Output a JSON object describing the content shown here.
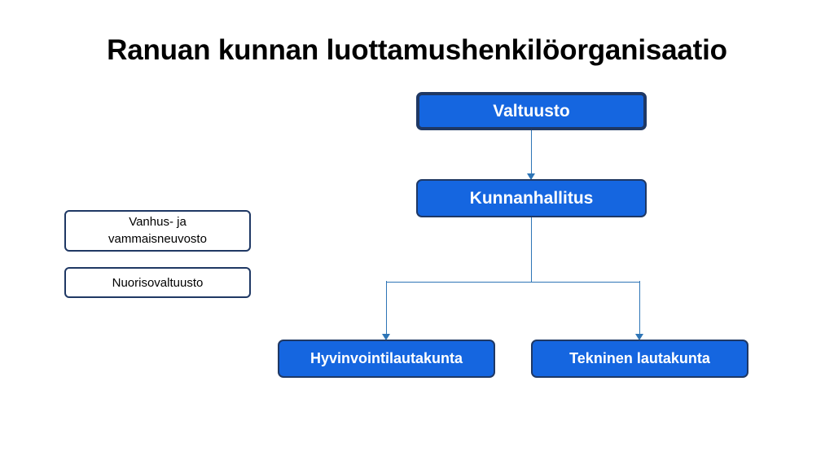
{
  "title": "Ranuan kunnan luottamushenkilöorganisaatio",
  "colors": {
    "node_fill": "#1566E0",
    "node_border": "#1F3864",
    "node_text": "#FFFFFF",
    "side_node_fill": "#FFFFFF",
    "side_node_text": "#000000",
    "connector": "#2E75B6",
    "background": "#FFFFFF",
    "title_text": "#000000"
  },
  "chart_data": {
    "type": "diagram",
    "title": "Ranuan kunnan luottamushenkilöorganisaatio",
    "nodes": [
      {
        "id": "valtuusto",
        "label": "Valtuusto",
        "style": "blue-emphasis",
        "level": 0
      },
      {
        "id": "kunnanhallitus",
        "label": "Kunnanhallitus",
        "style": "blue",
        "level": 1
      },
      {
        "id": "hyvinvointilautakunta",
        "label": "Hyvinvointilautakunta",
        "style": "blue",
        "level": 2
      },
      {
        "id": "tekninen-lautakunta",
        "label": "Tekninen lautakunta",
        "style": "blue",
        "level": 2
      },
      {
        "id": "vanhus-ja-vammaisneuvosto",
        "label": "Vanhus- ja vammaisneuvosto",
        "style": "white",
        "level": null
      },
      {
        "id": "nuorisovaltuusto",
        "label": "Nuorisovaltuusto",
        "style": "white",
        "level": null
      }
    ],
    "edges": [
      {
        "from": "valtuusto",
        "to": "kunnanhallitus"
      },
      {
        "from": "kunnanhallitus",
        "to": "hyvinvointilautakunta"
      },
      {
        "from": "kunnanhallitus",
        "to": "tekninen-lautakunta"
      }
    ]
  },
  "nodes": {
    "valtuusto": "Valtuusto",
    "kunnanhallitus": "Kunnanhallitus",
    "hyvinvointilautakunta": "Hyvinvointilautakunta",
    "tekninen_lautakunta": "Tekninen lautakunta",
    "vanhus_line1": "Vanhus- ja",
    "vanhus_line2": "vammaisneuvosto",
    "nuorisovaltuusto": "Nuorisovaltuusto"
  }
}
